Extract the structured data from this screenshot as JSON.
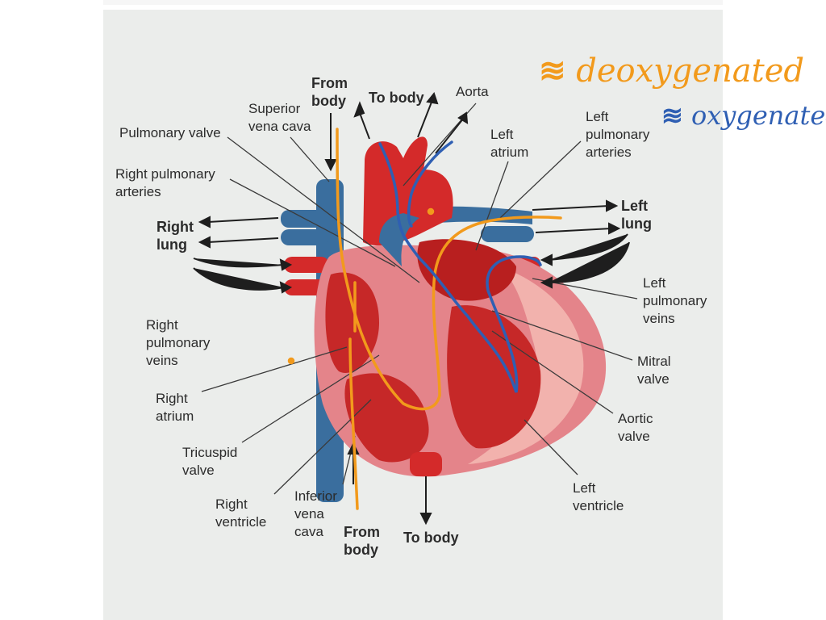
{
  "colors": {
    "panel": "#ebedeb",
    "oxygenated": "#d42a2a",
    "deoxygenated": "#3a6e9e",
    "muscle": "#e4848a",
    "muscle_light": "#f2b2ad",
    "ink_orange": "#f29a1c",
    "ink_blue": "#2f5fb3",
    "label_text": "#2b2b2b"
  },
  "labels": {
    "from_body_top": [
      "From",
      "body"
    ],
    "to_body_top": "To body",
    "aorta": "Aorta",
    "superior_vena_cava": [
      "Superior",
      "vena cava"
    ],
    "pulmonary_valve": "Pulmonary valve",
    "right_pulmonary_arteries": [
      "Right pulmonary",
      "arteries"
    ],
    "right_lung": [
      "Right",
      "lung"
    ],
    "right_pulmonary_veins": [
      "Right",
      "pulmonary",
      "veins"
    ],
    "right_atrium": [
      "Right",
      "atrium"
    ],
    "tricuspid_valve": [
      "Tricuspid",
      "valve"
    ],
    "right_ventricle": [
      "Right",
      "ventricle"
    ],
    "inferior_vena_cava": [
      "Inferior",
      "vena",
      "cava"
    ],
    "from_body_bottom": [
      "From",
      "body"
    ],
    "to_body_bottom": "To body",
    "left_atrium": [
      "Left",
      "atrium"
    ],
    "left_pulmonary_arteries": [
      "Left",
      "pulmonary",
      "arteries"
    ],
    "left_lung": [
      "Left",
      "lung"
    ],
    "left_pulmonary_veins": [
      "Left",
      "pulmonary",
      "veins"
    ],
    "mitral_valve": [
      "Mitral",
      "valve"
    ],
    "aortic_valve": [
      "Aortic",
      "valve"
    ],
    "left_ventricle": [
      "Left",
      "ventricle"
    ]
  },
  "annotations": {
    "deoxygenated": "deoxygenated",
    "oxygenated": "oxygenated"
  }
}
